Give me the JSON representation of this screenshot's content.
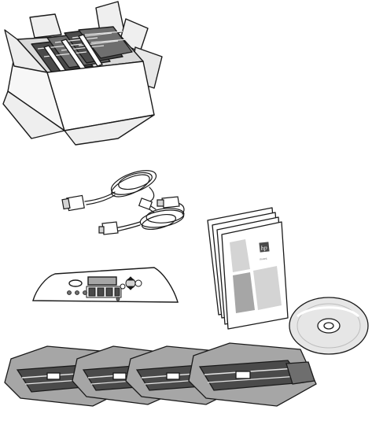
{
  "components": [
    {
      "id": "printer-box",
      "icon": "open-box-with-cartridges-icon"
    },
    {
      "id": "power-cord",
      "icon": "power-cord-icon"
    },
    {
      "id": "parallel-cable",
      "icon": "parallel-cable-icon"
    },
    {
      "id": "control-panel-overlay",
      "icon": "control-panel-overlay-icon"
    },
    {
      "id": "documentation",
      "icon": "manual-booklets-icon"
    },
    {
      "id": "software-cd",
      "icon": "cd-rom-icon"
    },
    {
      "id": "print-cartridges",
      "icon": "toner-cartridges-icon",
      "count": 4
    }
  ],
  "colors": {
    "line": "#1a1a1a",
    "light_gray": "#d4d4d4",
    "mid_gray": "#a6a6a6",
    "dark_gray": "#6e6e6e",
    "very_dark": "#4a4a4a"
  },
  "manual": {
    "logo_mark": "hp",
    "cover_caption": "invent"
  }
}
